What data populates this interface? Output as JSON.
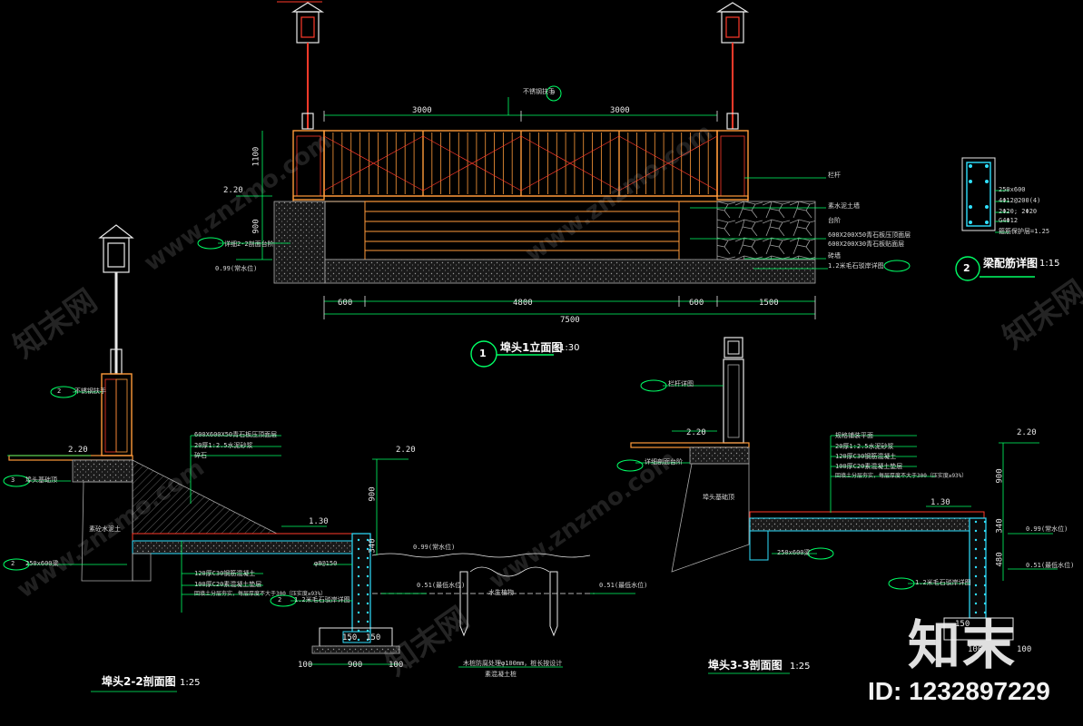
{
  "drawings": {
    "elevation": {
      "title": "埠头1立面图",
      "number": "1",
      "scale": "1:30",
      "dims_top": [
        "3000",
        "3000"
      ],
      "dims_bottom": [
        "600",
        "4800",
        "600",
        "1500"
      ],
      "dim_total": "7500",
      "height_dims": [
        "1100",
        "900"
      ],
      "levels": [
        "2.20",
        "0.99(常水位)"
      ],
      "callout_top": "不锈钢扶手",
      "callout_top_ref": "9",
      "callouts_right": [
        "栏杆",
        "素水泥土墙",
        "台阶",
        "600X200X50青石板压顶面层",
        "600X200X30青石板贴面层",
        "砖墙",
        "1.2米毛石驳岸详图"
      ],
      "callout_left": "详细2-2剖面台阶"
    },
    "beam": {
      "title": "梁配筋详图",
      "number": "2",
      "scale": "1:15",
      "notes": [
        "250x600",
        "4Φ12@200(4)",
        "2Φ20; 2Φ20",
        "G4Φ12",
        "箍筋保护层=1.25"
      ]
    },
    "section22": {
      "title": "埠头2-2剖面图",
      "scale": "1:25",
      "levels": [
        "2.20",
        "2.20",
        "1.30",
        "0.99(常水位)",
        "0.51(最低水位)",
        "0.51(最低水位)"
      ],
      "layers": [
        "600X600X50青石板压顶面层",
        "20厚1:2.5水泥砂浆",
        "碎石"
      ],
      "layers_bottom": [
        "120厚C30钢筋混凝土",
        "100厚C20素混凝土垫层",
        "回填土分层夯实，每层厚度不大于300（压实度≥93%）"
      ],
      "dims": [
        "900",
        "340",
        "150",
        "150",
        "900",
        "100",
        "100"
      ],
      "notes": [
        "不锈钢扶手",
        "埠头基础顶",
        "250x600梁",
        "素砼水泥土",
        "1.2米毛石驳岸详图",
        "φ8@150",
        "水生植物",
        "木桩防腐处理φ100mm，桩长按设计",
        "素混凝土桩"
      ],
      "callout_refs": [
        "2",
        "3",
        "2",
        "2"
      ]
    },
    "section33": {
      "title": "埠头3-3剖面图",
      "scale": "1:25",
      "levels": [
        "2.20",
        "2.20",
        "1.30",
        "0.99(常水位)",
        "0.51(最低水位)"
      ],
      "layers": [
        "规格铺装平面",
        "20厚1:2.5水泥砂浆",
        "120厚C30钢筋混凝土",
        "100厚C20素混凝土垫层",
        "回填土分层夯实，每层厚度不大于300（压实度≥93%）"
      ],
      "dims": [
        "900",
        "340",
        "480",
        "150",
        "100",
        "100"
      ],
      "notes": [
        "栏杆详图",
        "详细剖面台阶",
        "埠头基础顶",
        "250x600梁",
        "1.2米毛石驳岸详图"
      ]
    }
  },
  "watermark": {
    "logo_text": "知末",
    "id_text": "ID: 1232897229",
    "site": "www.znzmo.com",
    "cn": "知末网"
  },
  "colors": {
    "background": "#000000",
    "cad_green": "#00ff66",
    "cad_red": "#ff3a2a",
    "cad_orange": "#ff9a3a",
    "cad_cyan": "#2fe0ff",
    "cad_gray": "#8a8a8a",
    "cad_white": "#e8e8e8"
  }
}
